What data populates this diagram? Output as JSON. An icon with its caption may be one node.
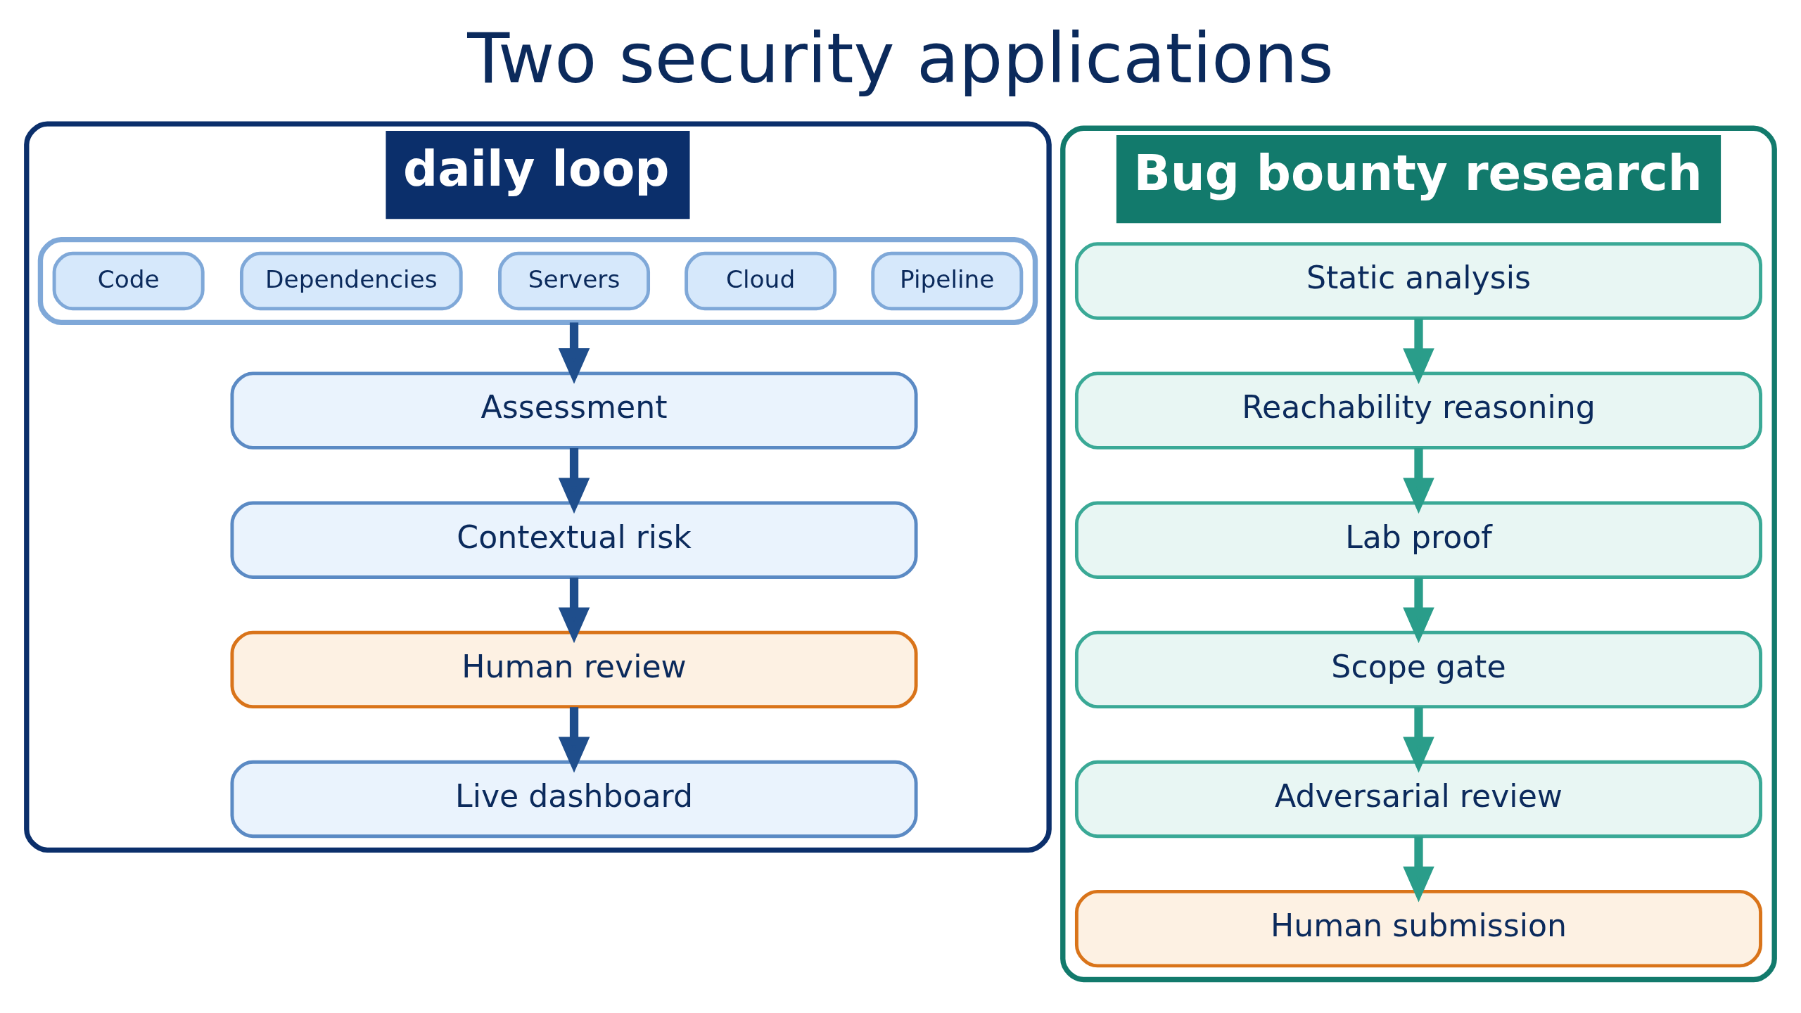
{
  "diagram": {
    "title": "Two security applications",
    "nodes": [
      {
        "text": [
          "daily loop"
        ]
      },
      {
        "text": [],
        "shape": "box",
        "in": 0
      },
      {
        "text": [
          "Code"
        ],
        "in": 1
      },
      {
        "text": [
          "Dependencies"
        ],
        "in": 1
      },
      {
        "text": [
          "Servers"
        ],
        "in": 1
      },
      {
        "text": [
          "Cloud"
        ],
        "in": 1
      },
      {
        "text": [
          "Pipeline"
        ],
        "in": 1
      },
      {
        "text": [
          "Assessment"
        ],
        "in": 0
      },
      {
        "text": [
          "Contextual risk"
        ],
        "in": 0
      },
      {
        "text": [
          "Human review"
        ],
        "in": 0
      },
      {
        "text": [
          "Live dashboard"
        ],
        "in": 0
      },
      {
        "text": [
          "Bug bounty research"
        ]
      },
      {
        "text": [
          "Static analysis"
        ],
        "in": 11
      },
      {
        "text": [
          "Reachability reasoning"
        ],
        "in": 11
      },
      {
        "text": [
          "Lab proof"
        ],
        "in": 11
      },
      {
        "text": [
          "Scope gate"
        ],
        "in": 11
      },
      {
        "text": [
          "Adversarial review"
        ],
        "in": 11
      },
      {
        "text": [
          "Human submission"
        ],
        "in": 11
      }
    ],
    "edges": [
      {
        "from": 1,
        "to": 7,
        "arrow": "to",
        "color": "#1f4e8c"
      },
      {
        "from": 7,
        "to": 8,
        "arrow": "to",
        "color": "#1f4e8c"
      },
      {
        "from": 8,
        "to": 9,
        "arrow": "to",
        "color": "#1f4e8c"
      },
      {
        "from": 9,
        "to": 10,
        "arrow": "to",
        "color": "#1f4e8c"
      },
      {
        "from": 12,
        "to": 13,
        "arrow": "to"
      },
      {
        "from": 13,
        "to": 14,
        "arrow": "to"
      },
      {
        "from": 14,
        "to": 15,
        "arrow": "to"
      },
      {
        "from": 15,
        "to": 16,
        "arrow": "to"
      },
      {
        "from": 16,
        "to": 17,
        "arrow": "to"
      }
    ]
  }
}
